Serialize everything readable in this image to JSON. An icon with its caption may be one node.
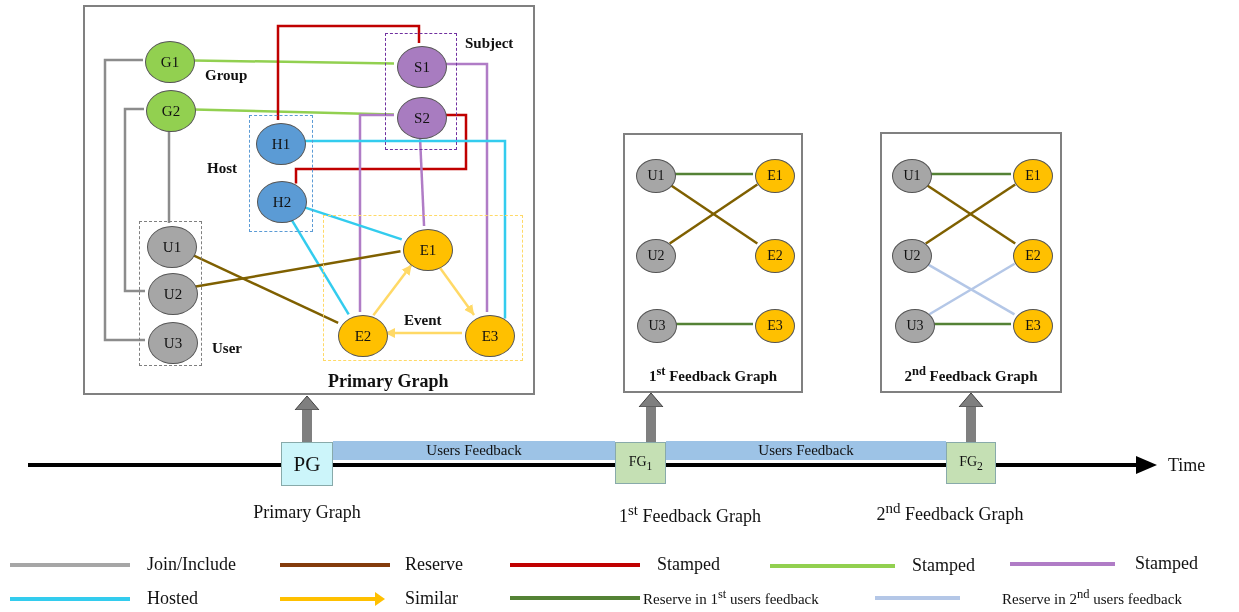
{
  "diagram": {
    "nodes": [
      {
        "text": [
          "Primary Graph"
        ]
      },
      {
        "text": [
          "Subject"
        ],
        "in": 0
      },
      {
        "text": [
          "S1"
        ],
        "in": 1
      },
      {
        "text": [
          "S2"
        ],
        "in": 1
      },
      {
        "text": [
          "G1"
        ],
        "in": 0
      },
      {
        "text": [
          "G2"
        ],
        "in": 0
      },
      {
        "text": [
          "Host"
        ],
        "in": 0
      },
      {
        "text": [
          "H1"
        ],
        "in": 6
      },
      {
        "text": [
          "H2"
        ],
        "in": 6
      },
      {
        "text": [
          "User"
        ],
        "in": 0
      },
      {
        "text": [
          "U1"
        ],
        "in": 9
      },
      {
        "text": [
          "U2"
        ],
        "in": 9
      },
      {
        "text": [
          "U3"
        ],
        "in": 9
      },
      {
        "text": [
          "Event"
        ],
        "in": 0
      },
      {
        "text": [
          "E1"
        ],
        "in": 13
      },
      {
        "text": [
          "E2"
        ],
        "in": 13
      },
      {
        "text": [
          "E3"
        ],
        "in": 13
      },
      {
        "text": [
          "1$^{st}$ Feedback Graph"
        ]
      },
      {
        "text": [
          "U1"
        ],
        "in": 17
      },
      {
        "text": [
          "U2"
        ],
        "in": 17
      },
      {
        "text": [
          "U3"
        ],
        "in": 17
      },
      {
        "text": [
          "E1"
        ],
        "in": 17
      },
      {
        "text": [
          "E2"
        ],
        "in": 17
      },
      {
        "text": [
          "E3"
        ],
        "in": 17
      },
      {
        "text": [
          "2$^{nd}$ Feedback Graph"
        ]
      },
      {
        "text": [
          "U1"
        ],
        "in": 24
      },
      {
        "text": [
          "U2"
        ],
        "in": 24
      },
      {
        "text": [
          "U3"
        ],
        "in": 24
      },
      {
        "text": [
          "E1"
        ],
        "in": 24
      },
      {
        "text": [
          "E2"
        ],
        "in": 24
      },
      {
        "text": [
          "E3"
        ],
        "in": 24
      },
      {
        "text": [
          "PG"
        ],
        "beside": [
          "Primary Graph"
        ]
      },
      {
        "text": [
          "FG$_{1}$"
        ],
        "beside": [
          "1$^{st}$ Feedback Graph"
        ]
      },
      {
        "text": [
          "FG$_{2}$"
        ],
        "beside": [
          "2$^{nd}$ Feedback Graph"
        ]
      },
      {
        "text": [
          "Users Feedback"
        ]
      },
      {
        "text": [
          "Users Feedback"
        ]
      }
    ],
    "edges": [
      {
        "from": 4,
        "to": 12,
        "arrow": "none",
        "color": "#8c8c8c"
      },
      {
        "from": 5,
        "to": 11,
        "arrow": "none",
        "color": "#8c8c8c"
      },
      {
        "from": 5,
        "to": 10,
        "arrow": "none",
        "color": "#8c8c8c"
      },
      {
        "from": 4,
        "to": 2,
        "arrow": "none",
        "color": "#92d050"
      },
      {
        "from": 5,
        "to": 3,
        "arrow": "none",
        "color": "#92d050"
      },
      {
        "from": 7,
        "to": 2,
        "arrow": "none",
        "color": "#c00000"
      },
      {
        "from": 8,
        "to": 3,
        "arrow": "none",
        "color": "#c00000"
      },
      {
        "from": 2,
        "to": 16,
        "arrow": "none",
        "color": "#b07cc6"
      },
      {
        "from": 3,
        "to": 15,
        "arrow": "none",
        "color": "#b07cc6"
      },
      {
        "from": 3,
        "to": 14,
        "arrow": "none",
        "color": "#b07cc6"
      },
      {
        "from": 7,
        "to": 16,
        "arrow": "none",
        "color": "#33ccee"
      },
      {
        "from": 8,
        "to": 14,
        "arrow": "none",
        "color": "#33ccee"
      },
      {
        "from": 8,
        "to": 15,
        "arrow": "none",
        "color": "#33ccee"
      },
      {
        "from": 10,
        "to": 15,
        "arrow": "none",
        "color": "#7f6000"
      },
      {
        "from": 11,
        "to": 14,
        "arrow": "none",
        "color": "#7f6000"
      },
      {
        "from": 14,
        "to": 16,
        "arrow": "to",
        "color": "#ffd966"
      },
      {
        "from": 16,
        "to": 15,
        "arrow": "to",
        "color": "#ffd966"
      },
      {
        "from": 15,
        "to": 14,
        "arrow": "to",
        "color": "#ffd966"
      },
      {
        "from": 18,
        "to": 21,
        "arrow": "none",
        "color": "#548235"
      },
      {
        "from": 18,
        "to": 22,
        "arrow": "none",
        "color": "#7f6000"
      },
      {
        "from": 19,
        "to": 21,
        "arrow": "none",
        "color": "#7f6000"
      },
      {
        "from": 20,
        "to": 23,
        "arrow": "none",
        "color": "#548235"
      },
      {
        "from": 25,
        "to": 28,
        "arrow": "none",
        "color": "#548235"
      },
      {
        "from": 25,
        "to": 29,
        "arrow": "none",
        "color": "#7f6000"
      },
      {
        "from": 26,
        "to": 28,
        "arrow": "none",
        "color": "#7f6000"
      },
      {
        "from": 26,
        "to": 30,
        "arrow": "none",
        "color": "#b4c7e7"
      },
      {
        "from": 27,
        "to": 29,
        "arrow": "none",
        "color": "#b4c7e7"
      },
      {
        "from": 27,
        "to": 30,
        "arrow": "none",
        "color": "#548235"
      },
      {
        "from": 31,
        "to": 0,
        "arrow": "to",
        "style": "thick",
        "color": "#7f7f7f"
      },
      {
        "from": 32,
        "to": 17,
        "arrow": "to",
        "style": "thick",
        "color": "#7f7f7f"
      },
      {
        "from": 33,
        "to": 24,
        "arrow": "to",
        "style": "thick",
        "color": "#7f7f7f"
      }
    ],
    "labels": [
      "Group",
      "Time"
    ],
    "legend": [
      {
        "text": "Join/Include",
        "color": "#a6a6a6"
      },
      {
        "text": "Reserve",
        "color": "#843c0c"
      },
      {
        "text": "Stamped",
        "color": "#c00000"
      },
      {
        "text": "Stamped",
        "color": "#92d050"
      },
      {
        "text": "Stamped",
        "color": "#b07cc6"
      },
      {
        "text": "Hosted",
        "color": "#33ccee"
      },
      {
        "text": "Similar",
        "color": "#ffc000"
      },
      {
        "text": "Reserve in 1$^{st}$ users feedback",
        "color": "#548235"
      },
      {
        "text": "Reserve in 2$^{nd}$ users feedback",
        "color": "#b4c7e7"
      }
    ]
  }
}
